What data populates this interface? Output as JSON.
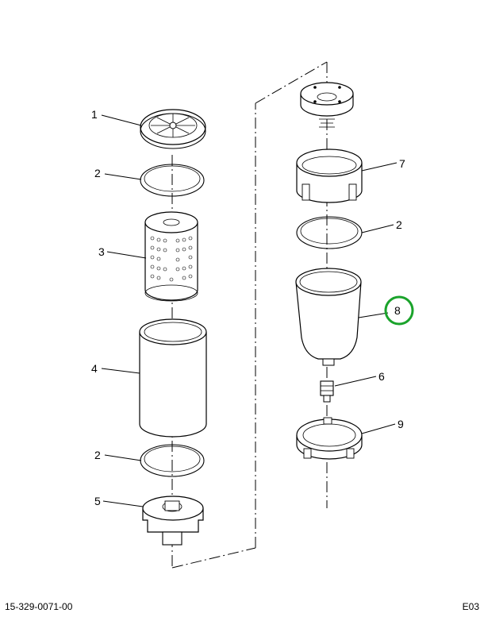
{
  "callouts": [
    {
      "id": "1",
      "label": "1"
    },
    {
      "id": "2a",
      "label": "2"
    },
    {
      "id": "3",
      "label": "3"
    },
    {
      "id": "4",
      "label": "4"
    },
    {
      "id": "2b",
      "label": "2"
    },
    {
      "id": "5",
      "label": "5"
    },
    {
      "id": "7",
      "label": "7"
    },
    {
      "id": "2c",
      "label": "2"
    },
    {
      "id": "8",
      "label": "8",
      "highlighted": true
    },
    {
      "id": "6",
      "label": "6"
    },
    {
      "id": "9",
      "label": "9"
    }
  ],
  "footer": {
    "doc_number": "15-329-0071-00",
    "sheet_code": "E03"
  },
  "colors": {
    "line": "#000000",
    "highlight": "#1aa32b",
    "background": "#ffffff"
  }
}
